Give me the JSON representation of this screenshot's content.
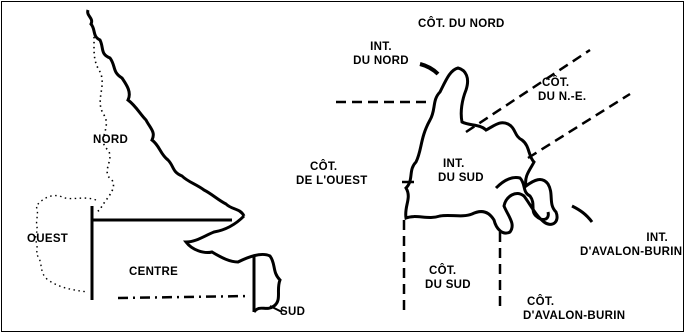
{
  "left_map": {
    "regions": {
      "nord": "NORD",
      "ouest": "OUEST",
      "centre": "CENTRE",
      "sud": "SUD"
    }
  },
  "right_map": {
    "regions": {
      "cot_du_nord": "CÔT. DU NORD",
      "int_du_nord_1": "INT.",
      "int_du_nord_2": "DU NORD",
      "cot_du_ne_1": "CÔT.",
      "cot_du_ne_2": "DU N.-E.",
      "cot_de_louest_1": "CÔT.",
      "cot_de_louest_2": "DE L'OUEST",
      "int_du_sud_1": "INT.",
      "int_du_sud_2": "DU SUD",
      "int_avalon_1": "INT.",
      "int_avalon_2": "D'AVALON-BURIN",
      "cot_du_sud_1": "CÔT.",
      "cot_du_sud_2": "DU SUD",
      "cot_avalon_1": "CÔT.",
      "cot_avalon_2": "D'AVALON-BURIN"
    }
  },
  "colors": {
    "ink": "#000000",
    "background": "#ffffff"
  }
}
